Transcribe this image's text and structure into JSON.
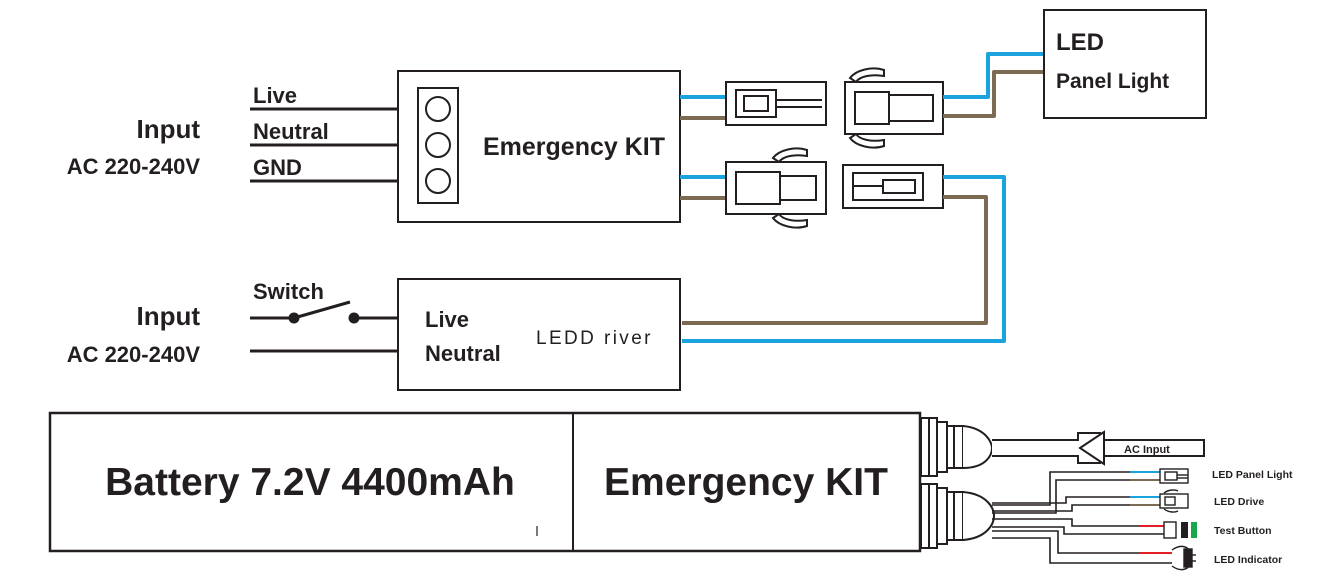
{
  "colors": {
    "line": "#231f20",
    "wire_blue": "#1aa3dc",
    "wire_brown": "#7d6a55",
    "wire_red": "#e31e24",
    "indicator_green": "#1aa64a",
    "background": "#ffffff"
  },
  "top_wiring": {
    "input_label": "Input",
    "voltage_label": "AC 220-240V",
    "live_label": "Live",
    "neutral_label": "Neutral",
    "gnd_label": "GND",
    "kit_label": "Emergency KIT",
    "led_panel_label_line1": "LED",
    "led_panel_label_line2": "Panel Light"
  },
  "driver_wiring": {
    "input_label": "Input",
    "voltage_label": "AC 220-240V",
    "switch_label": "Switch",
    "live_label": "Live",
    "neutral_label": "Neutral",
    "driver_label": "LEDD river"
  },
  "bottom_unit": {
    "battery_label": "Battery 7.2V 4400mAh",
    "kit_label": "Emergency KIT",
    "ac_input_label": "AC Input",
    "outputs": [
      {
        "label": "LED Panel Light",
        "icon": "connector-icon"
      },
      {
        "label": "LED Drive",
        "icon": "connector-icon"
      },
      {
        "label": "Test Button",
        "icon": "test-button-icon"
      },
      {
        "label": "LED Indicator",
        "icon": "led-indicator-icon"
      }
    ]
  }
}
